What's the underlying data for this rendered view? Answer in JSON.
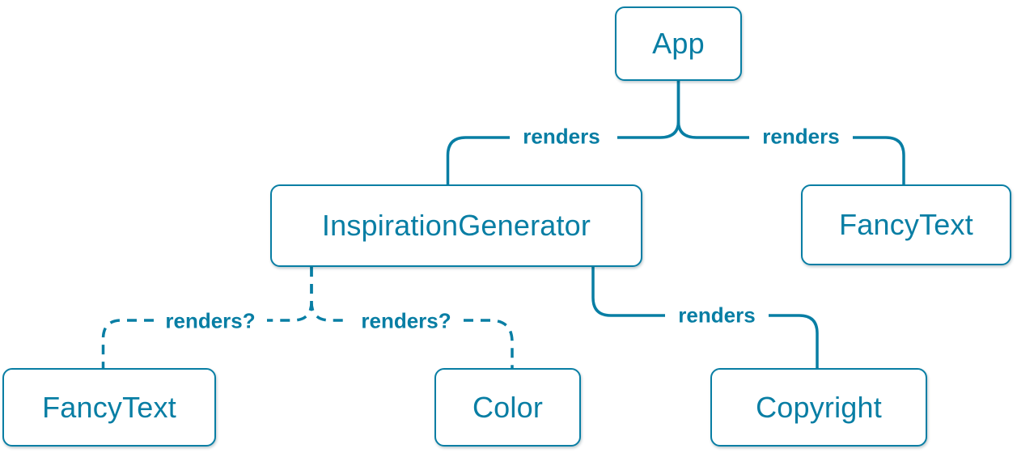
{
  "diagram": {
    "type": "component-render-tree",
    "accent_color": "#087ea4",
    "node_background_color": "#ffffff",
    "nodes": [
      {
        "id": "app",
        "label": "App"
      },
      {
        "id": "inspiration-generator",
        "label": "InspirationGenerator"
      },
      {
        "id": "fancy-text-right",
        "label": "FancyText"
      },
      {
        "id": "fancy-text-left",
        "label": "FancyText"
      },
      {
        "id": "color",
        "label": "Color"
      },
      {
        "id": "copyright",
        "label": "Copyright"
      }
    ],
    "edges": [
      {
        "from": "App",
        "to": "InspirationGenerator",
        "label": "renders",
        "style": "solid"
      },
      {
        "from": "App",
        "to": "FancyText",
        "label": "renders",
        "style": "solid"
      },
      {
        "from": "InspirationGenerator",
        "to": "FancyText",
        "label": "renders?",
        "style": "dashed"
      },
      {
        "from": "InspirationGenerator",
        "to": "Color",
        "label": "renders?",
        "style": "dashed"
      },
      {
        "from": "InspirationGenerator",
        "to": "Copyright",
        "label": "renders",
        "style": "solid"
      }
    ]
  }
}
